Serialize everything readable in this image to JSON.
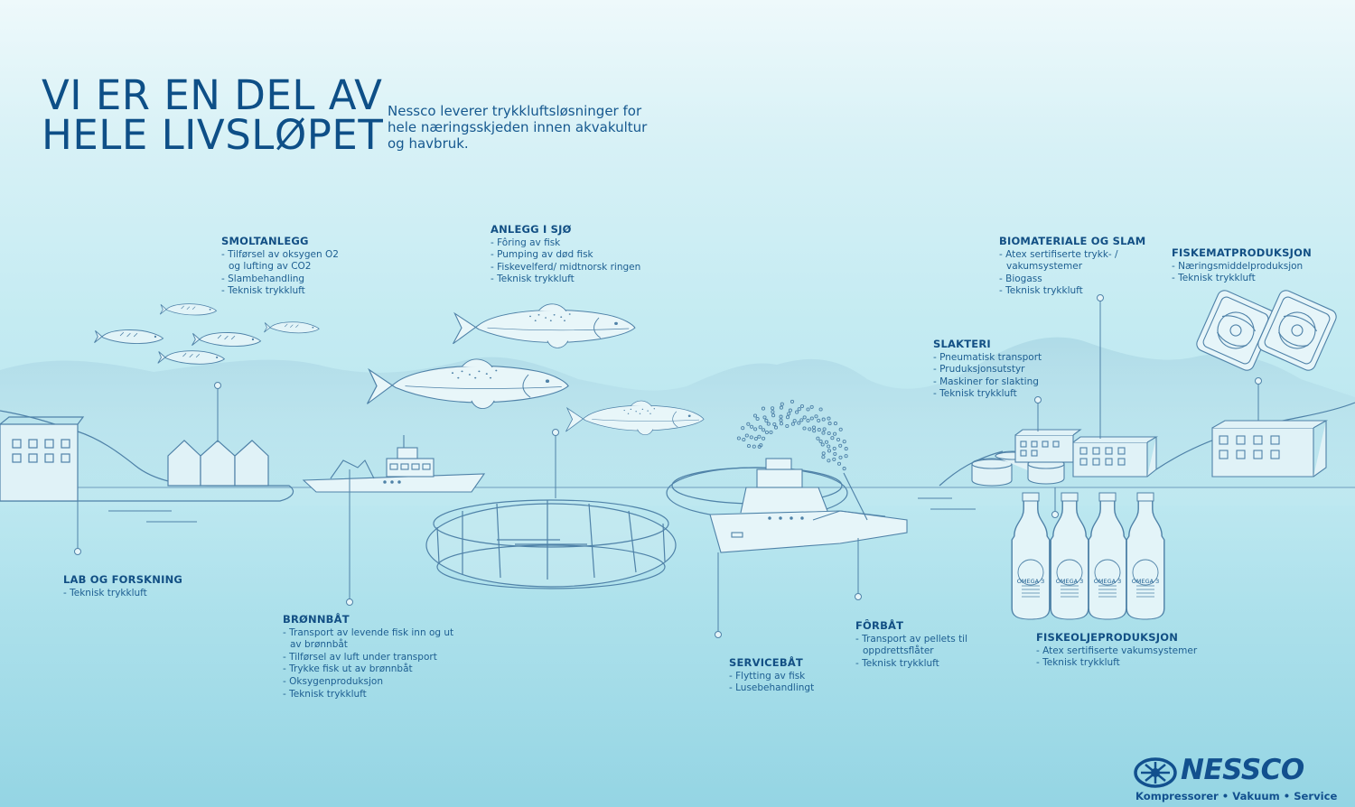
{
  "headline": {
    "line1": "VI ER EN DEL AV",
    "line2": "HELE LIVSLØPET"
  },
  "intro": "Nessco leverer trykkluftsløsninger for hele næringsskjeden innen akvakultur og havbruk.",
  "sections": {
    "smoltanlegg": {
      "title": "SMOLTANLEGG",
      "items": [
        "- Tilførsel av oksygen O2",
        "og lufting av CO2",
        "- Slambehandling",
        "- Teknisk trykkluft"
      ]
    },
    "anlegg_i_sjo": {
      "title": "ANLEGG I SJØ",
      "items": [
        "- Fôring av fisk",
        "- Pumping av død fisk",
        "- Fiskevelferd/ midtnorsk ringen",
        "- Teknisk trykkluft"
      ]
    },
    "lab": {
      "title": "LAB OG FORSKNING",
      "items": [
        "- Teknisk trykkluft"
      ]
    },
    "bronnbat": {
      "title": "BRØNNBÅT",
      "items": [
        "- Transport av levende fisk inn og ut",
        "av brønnbåt",
        "- Tilførsel av luft under transport",
        "- Trykke fisk ut av brønnbåt",
        "- Oksygenproduksjon",
        "- Teknisk trykkluft"
      ]
    },
    "servicebat": {
      "title": "SERVICEBÅT",
      "items": [
        "- Flytting av fisk",
        "- Lusebehandlingt"
      ]
    },
    "forbat": {
      "title": "FÔRBÅT",
      "items": [
        "- Transport av pellets til",
        "oppdrettsflåter",
        "- Teknisk trykkluft"
      ]
    },
    "slakteri": {
      "title": "SLAKTERI",
      "items": [
        "- Pneumatisk transport",
        "- Pruduksjonsutstyr",
        "- Maskiner for slakting",
        "- Teknisk trykkluft"
      ]
    },
    "biomateriale": {
      "title": "BIOMATERIALE OG SLAM",
      "items": [
        "- Atex sertifiserte trykk- /",
        "vakumsystemer",
        "- Biogass",
        "- Teknisk trykkluft"
      ]
    },
    "fiskemat": {
      "title": "FISKEMATPRODUKSJON",
      "items": [
        "- Næringsmiddelproduksjon",
        "- Teknisk trykkluft"
      ]
    },
    "fiskeolje": {
      "title": "FISKEOLJEPRODUKSJON",
      "items": [
        "- Atex sertifiserte vakumsystemer",
        "- Teknisk trykkluft"
      ]
    }
  },
  "bottle_label": "OMEGA 3",
  "logo": {
    "name": "NESSCO",
    "tagline": "Kompressorer • Vakuum • Service"
  },
  "colors": {
    "line": "#4f82a8",
    "text": "#1d5e91",
    "heading": "#0e4f87"
  }
}
